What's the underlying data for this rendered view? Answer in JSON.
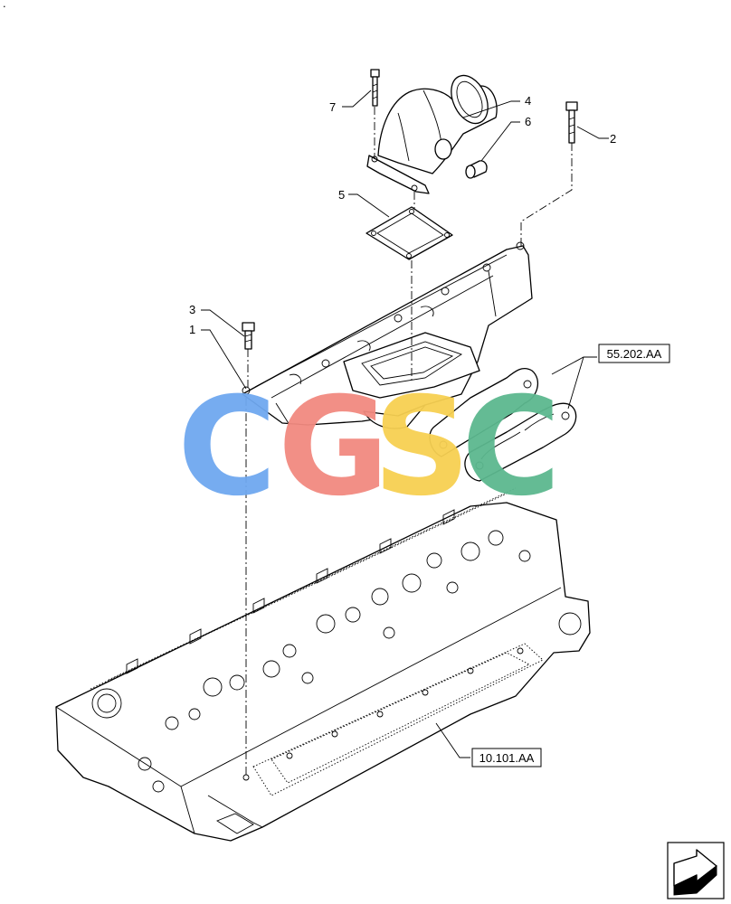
{
  "callouts": [
    {
      "id": "1",
      "label": "1"
    },
    {
      "id": "2",
      "label": "2"
    },
    {
      "id": "3",
      "label": "3"
    },
    {
      "id": "4",
      "label": "4"
    },
    {
      "id": "5",
      "label": "5"
    },
    {
      "id": "6",
      "label": "6"
    },
    {
      "id": "7",
      "label": "7"
    }
  ],
  "references": {
    "gasket_ref": "55.202.AA",
    "head_ref": "10.101.AA"
  },
  "watermark": {
    "letters": [
      "C",
      "G",
      "S",
      "C"
    ],
    "colors": [
      "#6fa8f0",
      "#f28a80",
      "#f7d052",
      "#5cb88f"
    ]
  },
  "corner_mark": "."
}
